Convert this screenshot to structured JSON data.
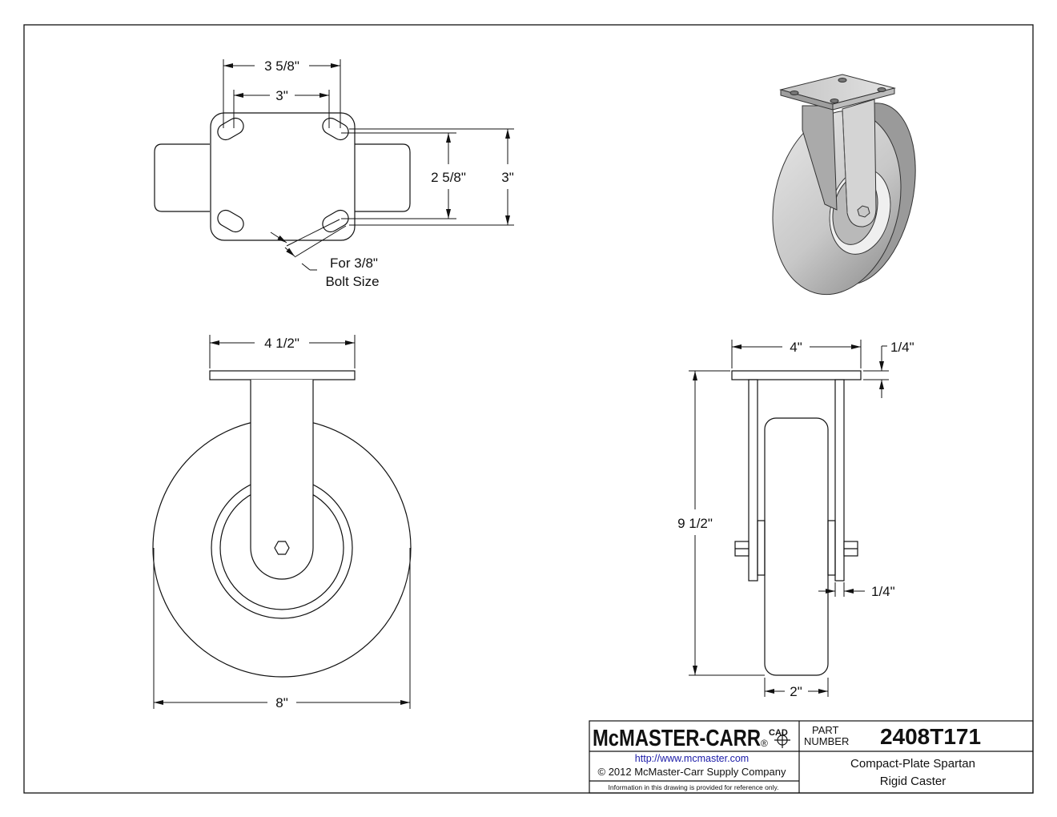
{
  "drawing": {
    "top_view": {
      "dim_outer_width": "3 5/8\"",
      "dim_inner_width": "3\"",
      "dim_inner_height": "2 5/8\"",
      "dim_outer_height": "3\"",
      "bolt_note_line1": "For 3/8\"",
      "bolt_note_line2": "Bolt Size"
    },
    "front_view": {
      "dim_plate_width": "4 1/2\"",
      "dim_wheel_diameter": "8\""
    },
    "side_view": {
      "dim_plate_width": "4\"",
      "dim_plate_thickness": "1/4\"",
      "dim_height": "9 1/2\"",
      "dim_leg_thickness": "1/4\"",
      "dim_wheel_width": "2\""
    }
  },
  "title_block": {
    "brand": "McMASTER-CARR",
    "brand_mark": "®",
    "cad_mark": "CAD",
    "part_label_line1": "PART",
    "part_label_line2": "NUMBER",
    "part_number": "2408T171",
    "url": "http://www.mcmaster.com",
    "copyright": "© 2012 McMaster-Carr Supply Company",
    "disclaimer": "Information in this drawing is provided for reference only.",
    "description_line1": "Compact-Plate Spartan",
    "description_line2": "Rigid Caster"
  },
  "colors": {
    "line": "#111111",
    "url": "#1a1aa8",
    "render_light": "#d9d9d9",
    "render_mid": "#bdbdbd",
    "render_dark": "#8a8a8a"
  }
}
